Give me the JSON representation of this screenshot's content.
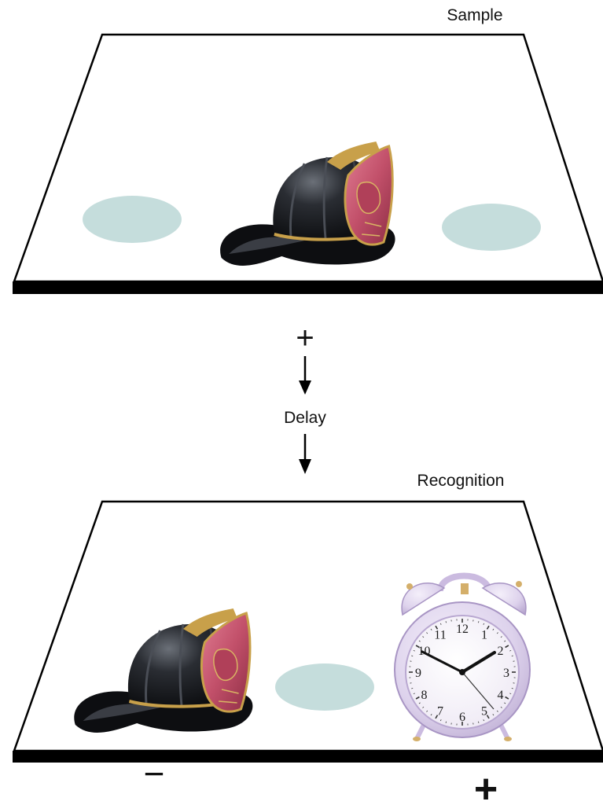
{
  "panels": {
    "sample": {
      "title": "Sample",
      "objects": [
        "food-well-left",
        "firefighter-helmet",
        "food-well-right"
      ]
    },
    "recognition": {
      "title": "Recognition",
      "objects": [
        "firefighter-helmet",
        "food-well-center",
        "alarm-clock"
      ],
      "left_outcome": "−",
      "right_outcome": "+"
    }
  },
  "flow": {
    "reward_sign": "+",
    "delay_label": "Delay"
  },
  "clock": {
    "numerals": [
      "12",
      "1",
      "2",
      "3",
      "4",
      "5",
      "6",
      "7",
      "8",
      "9",
      "10",
      "11"
    ]
  },
  "colors": {
    "well": "#c5dddc",
    "tray_edge": "#000000",
    "helmet_body": "#1b1d22",
    "helmet_shield": "#c2506a",
    "helmet_trim": "#c8a04a",
    "clock_body": "#ddd2ec"
  }
}
